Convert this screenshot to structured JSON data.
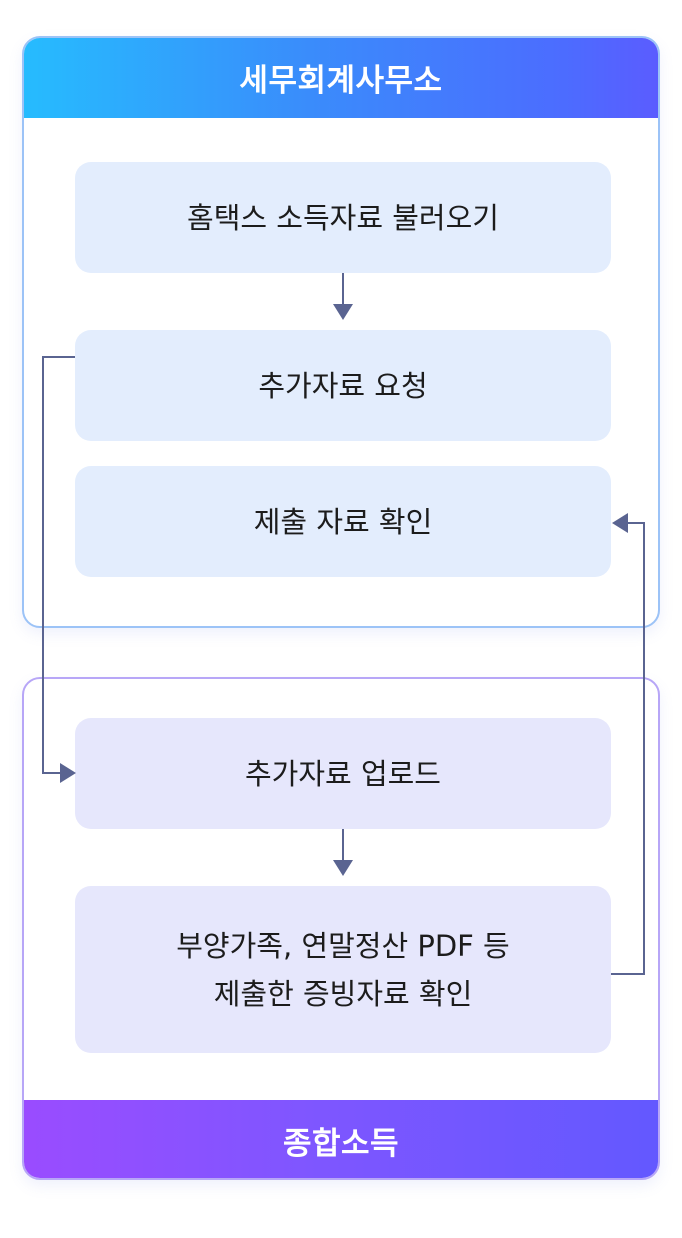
{
  "top_section": {
    "title": "세무회계사무소",
    "steps": [
      {
        "label": "홈택스 소득자료 불러오기"
      },
      {
        "label": "추가자료 요청"
      },
      {
        "label": "제출 자료 확인"
      }
    ]
  },
  "bottom_section": {
    "title": "종합소득",
    "steps": [
      {
        "label": "추가자료 업로드"
      },
      {
        "label_line1": "부양가족, 연말정산 PDF 등",
        "label_line2": "제출한 증빙자료 확인"
      }
    ]
  },
  "colors": {
    "top_header_gradient": [
      "#26bcfe",
      "#5b5cff"
    ],
    "bottom_footer_gradient": [
      "#9a4cff",
      "#6358ff"
    ],
    "top_step_bg": "#e3edfd",
    "bottom_step_bg": "#e6e7fc",
    "connector": "#5a6491"
  }
}
